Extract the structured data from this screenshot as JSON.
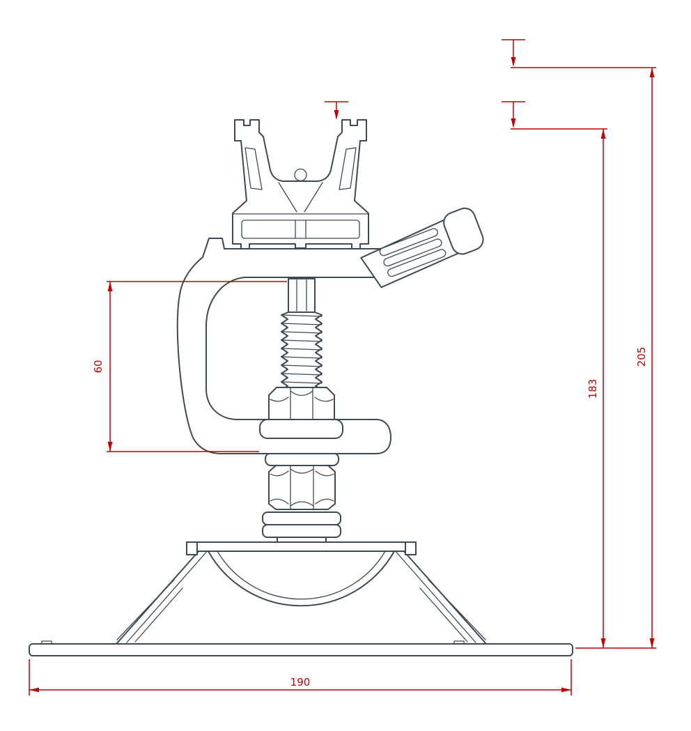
{
  "colors": {
    "line": "#3d4953",
    "dim": "#c00000",
    "bg": "#ffffff"
  },
  "dims": {
    "clamp_height": "60",
    "rail_height": "183",
    "total_height": "205",
    "base_width": "190"
  }
}
